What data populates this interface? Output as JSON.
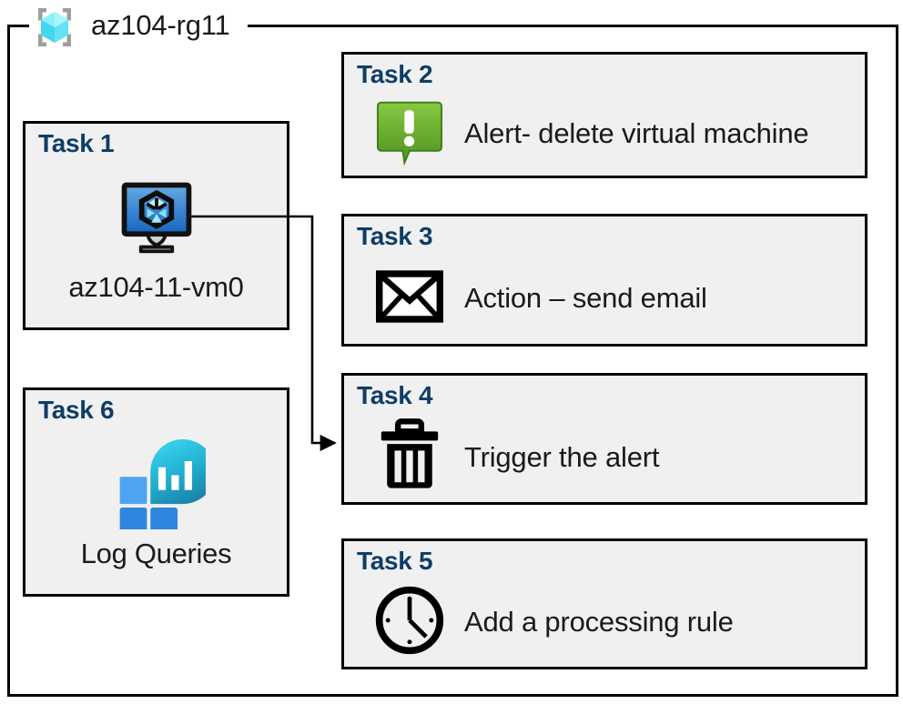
{
  "resource_group": {
    "name": "az104-rg11",
    "icon": "resource-group-cube-icon"
  },
  "colors": {
    "task_title": "#0e3d67",
    "box_fill": "#f0f0f0",
    "box_border": "#000000",
    "alert_green_light": "#7fbf3f",
    "alert_green_dark": "#4a8f22",
    "vm_blue_light": "#5fa2de",
    "vm_blue_dark": "#1666b8",
    "log_cyan": "#2ed0e8",
    "log_teal": "#1b87ab",
    "log_square_light": "#4fa3f0",
    "log_square_dark": "#2e86de",
    "rg_icon_cyan": "#49e2f5",
    "rg_icon_bracket": "#9e9e9e"
  },
  "tasks": [
    {
      "id": "task-1",
      "title": "Task 1",
      "caption": "az104-11-vm0",
      "icon": "virtual-machine-icon",
      "column": "left"
    },
    {
      "id": "task-2",
      "title": "Task 2",
      "caption": "Alert- delete virtual machine",
      "icon": "alert-callout-icon",
      "column": "right"
    },
    {
      "id": "task-3",
      "title": "Task 3",
      "caption": "Action – send email",
      "icon": "envelope-icon",
      "column": "right"
    },
    {
      "id": "task-4",
      "title": "Task 4",
      "caption": "Trigger the alert",
      "icon": "trash-can-icon",
      "column": "right"
    },
    {
      "id": "task-5",
      "title": "Task 5",
      "caption": "Add a processing rule",
      "icon": "clock-icon",
      "column": "right"
    },
    {
      "id": "task-6",
      "title": "Task 6",
      "caption": "Log Queries",
      "icon": "log-analytics-icon",
      "column": "left"
    }
  ],
  "connector": {
    "from": "task-1-vm-icon",
    "to": "task-4",
    "style": "orthogonal-arrow"
  }
}
